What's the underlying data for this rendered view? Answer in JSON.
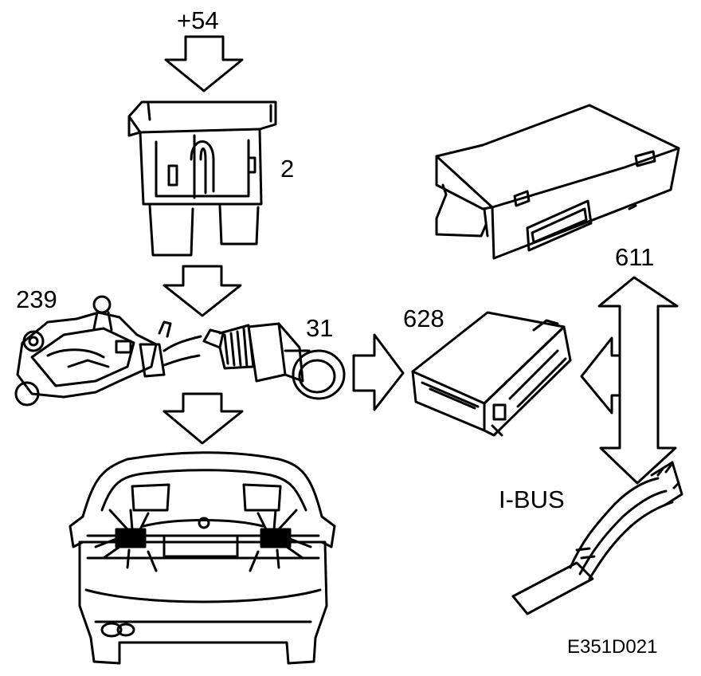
{
  "diagram": {
    "labels": {
      "fuse_feed": "+54",
      "fuse_number": "2",
      "switch_component": "239",
      "sensor_component": "31",
      "control_module": "628",
      "central_unit": "611",
      "bus_name": "I-BUS",
      "figure_code": "E351D021"
    },
    "line_color": "#000000",
    "background": "#ffffff"
  }
}
